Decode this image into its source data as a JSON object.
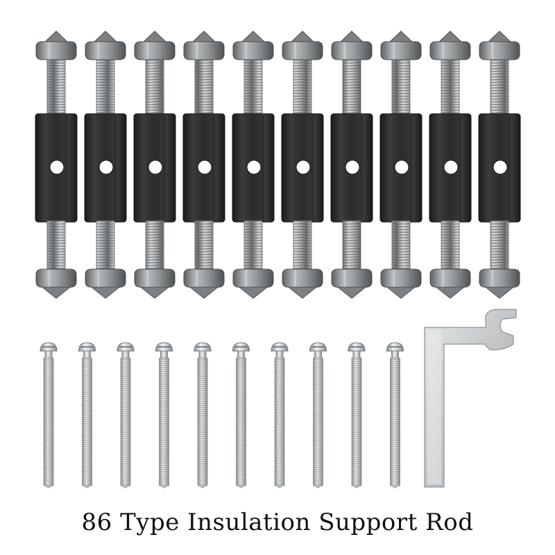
{
  "caption": "86 Type Insulation Support Rod",
  "product": {
    "support_rods": {
      "count": 10,
      "icon": "threaded-support-rod-icon"
    },
    "screws": {
      "count": 10,
      "icon": "long-machine-screw-icon"
    },
    "wrench": {
      "count": 1,
      "icon": "flat-wrench-icon"
    }
  },
  "colors": {
    "background": "#ffffff",
    "rod_body": "#2b2b2d",
    "metal": "#a9acae",
    "screw": "#d3d6d8"
  }
}
